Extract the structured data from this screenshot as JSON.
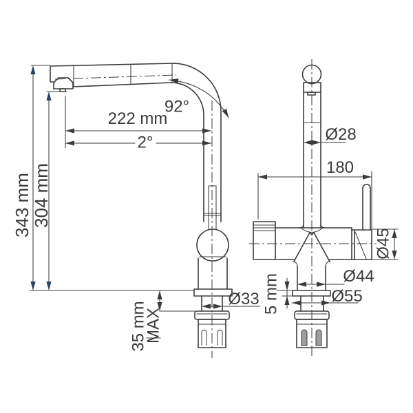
{
  "labels": {
    "height_total": "343 mm",
    "height_to_spout": "304 mm",
    "spout_reach": "222 mm",
    "spout_angle": "92°",
    "tilt_angle": "2°",
    "pipe_diameter": "Ø28",
    "handle_span": "180",
    "body_diameter": "Ø45",
    "base_top_diameter": "Ø44",
    "base_flange_diameter": "Ø55",
    "shank_diameter": "Ø33",
    "flange_thickness": "5 mm",
    "deck_max_value": "35 mm",
    "deck_max_word": "MAX"
  },
  "colors": {
    "line": "#3b3b3b",
    "dimension_arrow_accent": "#2d4060",
    "slot_fill": "#9e9e9e",
    "background": "#ffffff"
  }
}
